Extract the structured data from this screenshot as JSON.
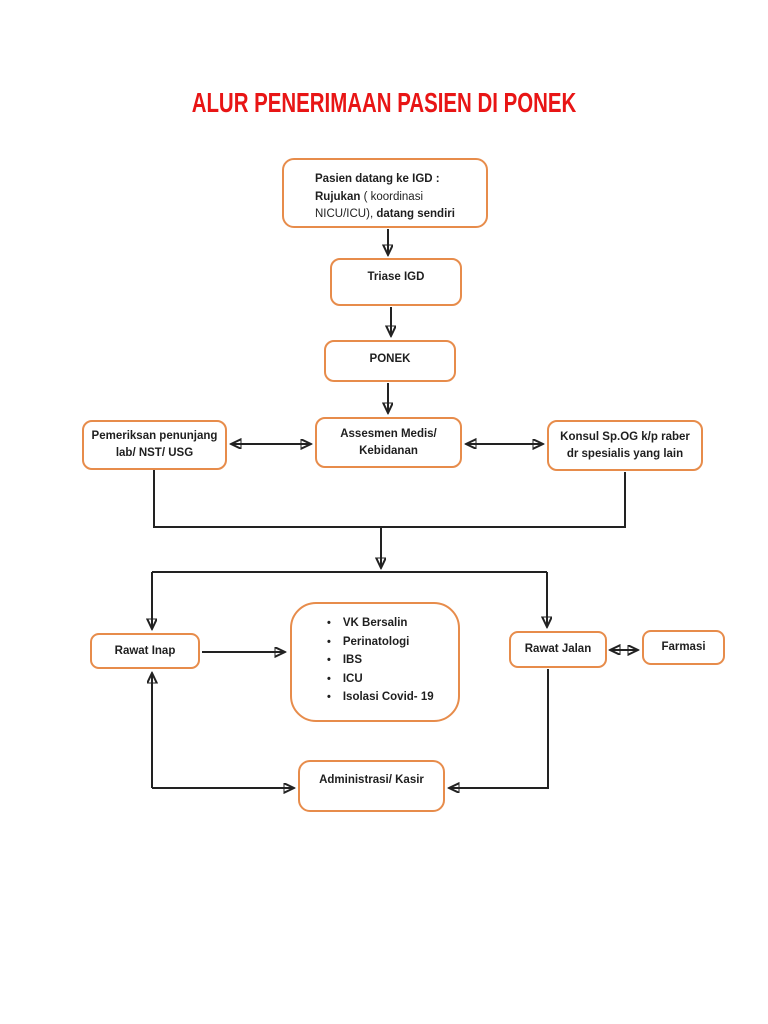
{
  "document": {
    "title": "ALUR PENERIMAAN PASIEN DI PONEK"
  },
  "theme": {
    "background": "#ffffff",
    "title_color": "#e81515",
    "box_border_color": "#e78c4b",
    "line_color": "#222222",
    "text_color": "#1f1f1f"
  },
  "nodes": {
    "pasien": {
      "line1": "Pasien datang ke IGD :",
      "line2_bold": "Rujukan ",
      "line2_normal": "( koordinasi",
      "line3_normal": "NICU/ICU), ",
      "line3_bold": "datang sendiri"
    },
    "triase": {
      "label": "Triase IGD"
    },
    "ponek": {
      "label": "PONEK"
    },
    "pemeriksan": {
      "line1": "Pemeriksan penunjang",
      "line2": "lab/ NST/ USG"
    },
    "assesmen": {
      "line1": "Assesmen Medis/",
      "line2": "Kebidanan"
    },
    "konsul": {
      "line1": "Konsul Sp.OG k/p raber",
      "line2": "dr spesialis yang lain"
    },
    "rawat_inap": {
      "label": "Rawat Inap"
    },
    "units": {
      "bullet": "•",
      "items": [
        "VK Bersalin",
        "Perinatologi",
        "IBS",
        "ICU",
        "Isolasi Covid- 19"
      ]
    },
    "rawat_jalan": {
      "label": "Rawat Jalan"
    },
    "farmasi": {
      "label": "Farmasi"
    },
    "administrasi": {
      "label": "Administrasi/ Kasir"
    }
  },
  "edges": [
    {
      "from": "Pasien datang ke IGD",
      "to": "Triase IGD",
      "type": "arrow"
    },
    {
      "from": "Triase IGD",
      "to": "PONEK",
      "type": "arrow"
    },
    {
      "from": "PONEK",
      "to": "Assesmen Medis/ Kebidanan",
      "type": "arrow"
    },
    {
      "from": "Pemeriksan penunjang lab/ NST/ USG",
      "to": "Assesmen Medis/ Kebidanan",
      "type": "double-arrow"
    },
    {
      "from": "Assesmen Medis/ Kebidanan",
      "to": "Konsul Sp.OG k/p raber dr spesialis yang lain",
      "type": "double-arrow"
    },
    {
      "from": "Pemeriksan penunjang & Konsul Sp.OG",
      "to": "split junction",
      "type": "line"
    },
    {
      "from": "split junction",
      "to": "Rawat Inap",
      "type": "arrow"
    },
    {
      "from": "split junction",
      "to": "Rawat Jalan",
      "type": "arrow"
    },
    {
      "from": "Rawat Inap",
      "to": "VK Bersalin / Perinatologi / IBS / ICU / Isolasi Covid- 19",
      "type": "arrow"
    },
    {
      "from": "Rawat Jalan",
      "to": "Farmasi",
      "type": "double-arrow"
    },
    {
      "from": "Rawat Jalan",
      "to": "Administrasi/ Kasir",
      "type": "arrow"
    },
    {
      "from": "Administrasi/ Kasir",
      "to": "Rawat Inap",
      "type": "double-arrow"
    }
  ]
}
